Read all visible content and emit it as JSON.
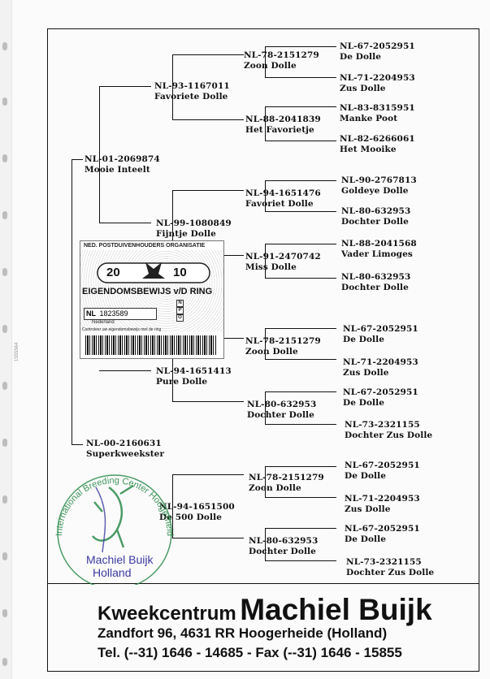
{
  "pedigree": {
    "subject": {
      "ring": "NL-01-2069874",
      "name": "Mooie Inteelt"
    },
    "sire": {
      "ring": "NL-93-1167011",
      "name": "Favoriete Dolle"
    },
    "dam": {
      "ring": "NL-00-2160631",
      "name": "Superkweekster"
    },
    "sire_sire": {
      "ring": "NL-78-2151279",
      "name": "Zoon Dolle"
    },
    "sire_dam": {
      "ring": "NL-88-2041839",
      "name": "Het Favorietje"
    },
    "dam_sire": {
      "ring": "NL-99-1080849",
      "name": "Fijntje Dolle"
    },
    "dam_dam": {
      "ring": "NL-94-1651413",
      "name": "Pure Dolle"
    },
    "dam_extra": {
      "ring": "NL-94-1651500",
      "name": "De 500 Dolle"
    },
    "gen3": [
      {
        "ring": "NL-94-1651476",
        "name": "Favoriet Dolle"
      },
      {
        "ring": "NL-91-2470742",
        "name": "Miss Dolle"
      },
      {
        "ring": "NL-78-2151279",
        "name": "Zoon Dolle"
      },
      {
        "ring": "NL-80-632953",
        "name": "Dochter Dolle"
      },
      {
        "ring": "NL-78-2151279",
        "name": "Zoon Dolle"
      },
      {
        "ring": "NL-80-632953",
        "name": "Dochter Dolle"
      }
    ],
    "gen4": [
      {
        "ring": "NL-67-2052951",
        "name": "De Dolle"
      },
      {
        "ring": "NL-71-2204953",
        "name": "Zus Dolle"
      },
      {
        "ring": "NL-83-8315951",
        "name": "Manke Poot"
      },
      {
        "ring": "NL-82-6266061",
        "name": "Het Mooike"
      },
      {
        "ring": "NL-90-2767813",
        "name": "Goldeye Dolle"
      },
      {
        "ring": "NL-80-632953",
        "name": "Dochter Dolle"
      },
      {
        "ring": "NL-88-2041568",
        "name": "Vader Limoges"
      },
      {
        "ring": "NL-80-632953",
        "name": "Dochter Dolle"
      },
      {
        "ring": "NL-67-2052951",
        "name": "De Dolle"
      },
      {
        "ring": "NL-71-2204953",
        "name": "Zus Dolle"
      },
      {
        "ring": "NL-67-2052951",
        "name": "De Dolle"
      },
      {
        "ring": "NL-73-2321155",
        "name": "Dochter Zus Dolle"
      },
      {
        "ring": "NL-67-2052951",
        "name": "De Dolle"
      },
      {
        "ring": "NL-71-2204953",
        "name": "Zus Dolle"
      },
      {
        "ring": "NL-67-2052951",
        "name": "De Dolle"
      },
      {
        "ring": "NL-73-2321155",
        "name": "Dochter Zus Dolle"
      }
    ]
  },
  "certificate": {
    "header": "NED. POSTDUIVENHOUDERS ORGANISATIE",
    "year_left": "20",
    "year_right": "10",
    "title": "EIGENDOMSBEWIJS v/D RING",
    "prefix": "NL",
    "number": "1823589",
    "land": "Nederland",
    "footnote": "Controleer uw eigendomsbewijs met de ring",
    "legend": [
      "N",
      "P",
      "O"
    ]
  },
  "stamp": {
    "ring_text": "International Breeding Center Hoogerheide Holland",
    "line1": "Machiel Buijk",
    "line2": "Holland"
  },
  "footer": {
    "name_prefix": "Kweekcentrum",
    "name_main": "Machiel Buijk",
    "address": "Zandfort 96,   4631 RR  Hoogerheide (Holland)",
    "phone": "Tel. (--31) 1646 - 14685 - Fax (--31) 1646 - 15855"
  },
  "margin_code": "1555564"
}
